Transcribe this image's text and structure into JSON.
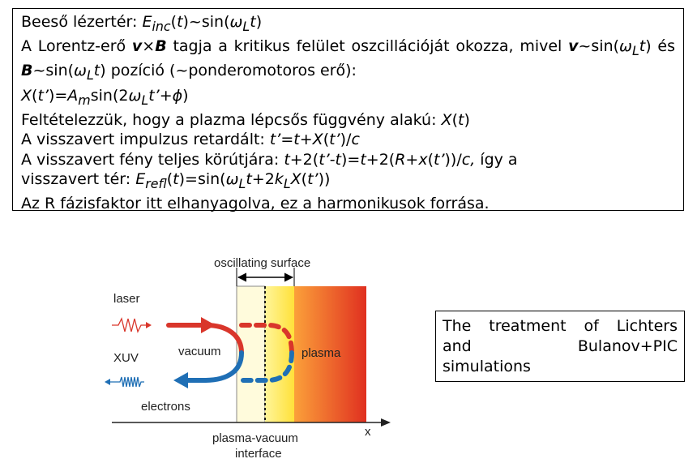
{
  "text_box": {
    "line1": {
      "pre": "Beeső lézertér: ",
      "E": "E",
      "inc": "inc",
      "mid1": "(",
      "t": "t",
      "mid2": ")~sin(",
      "omega": "ω",
      "L": "L",
      "t2": "t",
      "end": ")"
    },
    "para2": {
      "a": "A Lorentz-erő ",
      "v": "v",
      "x": "×",
      "B": "B",
      "b": " tagja a kritikus felület oszcillációját okozza, mivel ",
      "v2": "v",
      "c": "~sin(",
      "w1": "ω",
      "L1": "L",
      "t1": "t",
      "d": ") és ",
      "B2": "B",
      "e": "~sin(",
      "w2": "ω",
      "L2": "L",
      "t2": "t",
      "f": ") pozíció (~ponderomotoros erő):",
      "X": "X",
      "g": "(",
      "tp": "t’",
      "h": ")=",
      "A": "A",
      "m": "m",
      "i": "sin(2",
      "w3": "ω",
      "L3": "L",
      "tp2": "t’",
      "j": "+",
      "phi": "ϕ",
      "k": ")"
    },
    "line3": {
      "pre": "Feltételezzük, hogy a plazma lépcsős függvény alakú: ",
      "X": "X",
      "a": "(",
      "t": "t",
      "b": ")"
    },
    "line4": {
      "pre": "A visszavert impulzus retardált: ",
      "tp": "t’",
      "a": "=",
      "t": "t",
      "b": "+",
      "X": "X",
      "c": "(",
      "tp2": "t’",
      "d": ")/",
      "c2": "c"
    },
    "para5": {
      "pre": "A visszavert fény teljes körútjára: ",
      "t": "t",
      "a": "+2(",
      "tp": "t’",
      "b": "-",
      "t2": "t",
      "c": ")=",
      "t3": "t",
      "d": "+2(",
      "R": "R",
      "e": "+",
      "x": "x",
      "f": "(",
      "tp2": "t’",
      "g": "))/",
      "c2": "c,",
      "h": " így a",
      "l2pre": "visszavert tér: ",
      "E": "E",
      "refl": "refl",
      "i": "(",
      "t4": "t",
      "j": ")=sin(",
      "w": "ω",
      "L": "L",
      "t5": "t",
      "k": "+2",
      "kk": "k",
      "L2": "L",
      "X": "X",
      "l": "(",
      "tp3": "t’",
      "m": "))"
    },
    "line6": "Az R fázisfaktor itt elhanyagolva, ez a harmonikusok forrása."
  },
  "note_box": {
    "line1": "The treatment of Lichters",
    "line2": "and Bulanov+PIC",
    "line3": "simulations"
  },
  "diagram": {
    "label_oscillating": "oscillating surface",
    "label_laser": "laser",
    "label_xuv": "XUV",
    "label_vacuum": "vacuum",
    "label_plasma": "plasma",
    "label_electrons": "electrons",
    "label_x": "x",
    "label_interface_1": "plasma-vacuum",
    "label_interface_2": "interface",
    "colors": {
      "laser_red": "#d9362b",
      "xuv_blue": "#1f6fb5",
      "plasma_start": "#fba03a",
      "plasma_end": "#e03020",
      "yellow": "#fff36a",
      "pale": "#fffbdc"
    }
  }
}
